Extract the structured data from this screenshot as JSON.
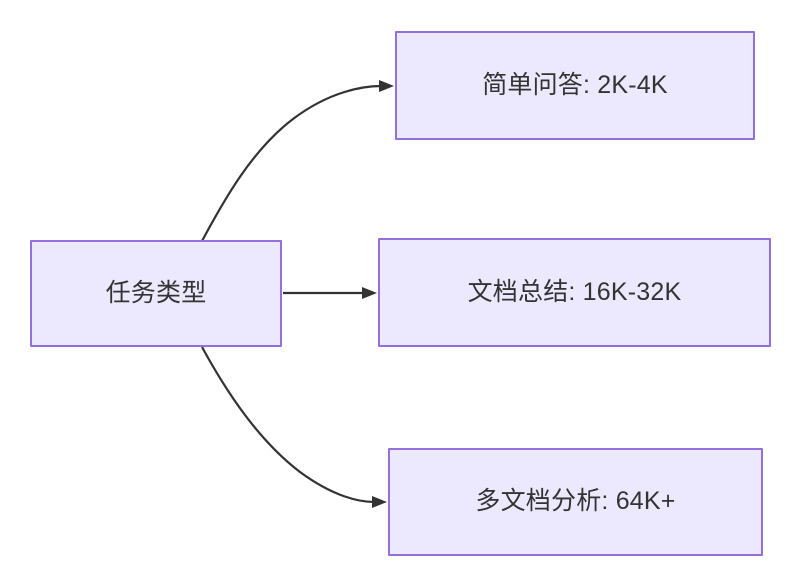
{
  "diagram": {
    "type": "flowchart",
    "direction": "left-to-right",
    "background_color": "#ffffff",
    "node_fill_color": "#ECE8FD",
    "node_border_color": "#9370DB",
    "node_text_color": "#333333",
    "edge_color": "#333333",
    "source": {
      "id": "task-type",
      "label": "任务类型"
    },
    "targets": [
      {
        "id": "simple-qa",
        "label": "简单问答: 2K-4K",
        "edge_style": "curved"
      },
      {
        "id": "doc-summary",
        "label": "文档总结: 16K-32K",
        "edge_style": "straight"
      },
      {
        "id": "multi-doc-analysis",
        "label": "多文档分析: 64K+",
        "edge_style": "curved"
      }
    ],
    "edges": [
      {
        "from": "任务类型",
        "to": "简单问答: 2K-4K"
      },
      {
        "from": "任务类型",
        "to": "文档总结: 16K-32K"
      },
      {
        "from": "任务类型",
        "to": "多文档分析: 64K+"
      }
    ]
  }
}
